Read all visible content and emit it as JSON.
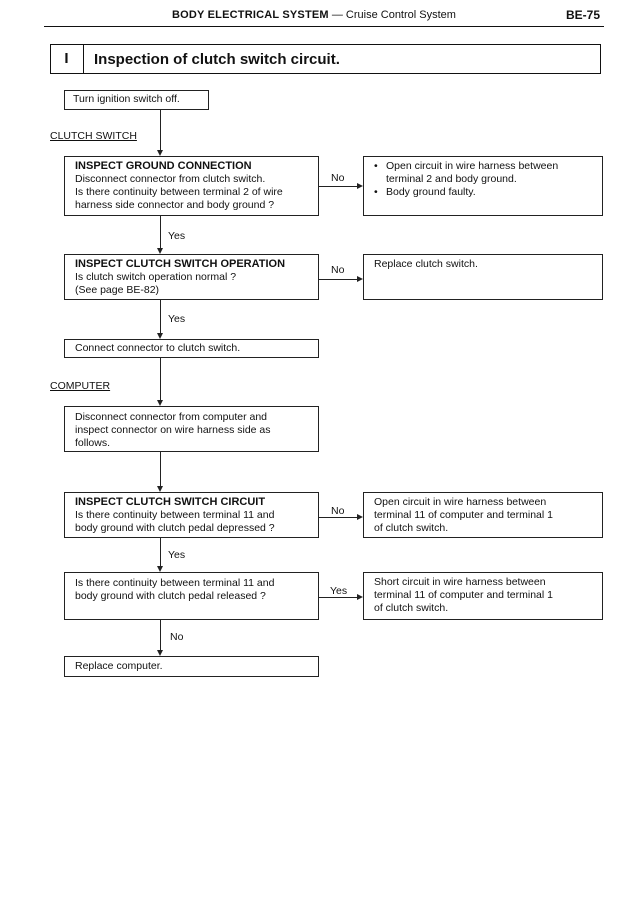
{
  "header": {
    "title_bold": "BODY ELECTRICAL SYSTEM",
    "title_rest": " — Cruise Control System",
    "page_number": "BE-75"
  },
  "section": {
    "number": "I",
    "title": "Inspection of clutch switch circuit."
  },
  "flow": {
    "start": "Turn ignition switch off.",
    "label_clutch_switch": "CLUTCH SWITCH",
    "step1": {
      "title": "INSPECT GROUND CONNECTION",
      "lines": [
        "Disconnect connector from clutch switch.",
        "Is there continuity between terminal 2 of wire",
        "harness side connector and body ground ?"
      ],
      "branch_label": "No",
      "result_items": [
        "Open circuit in wire harness between",
        "terminal 2 and body ground.",
        "Body ground faulty."
      ]
    },
    "yes1": "Yes",
    "step2": {
      "title": "INSPECT CLUTCH SWITCH OPERATION",
      "lines": [
        "Is clutch switch operation normal ?",
        "(See page BE-82)"
      ],
      "branch_label": "No",
      "result": "Replace clutch switch."
    },
    "yes2": "Yes",
    "connect": "Connect connector to clutch switch.",
    "label_computer": "COMPUTER",
    "disconnect_lines": [
      "Disconnect connector from computer and",
      "inspect connector on wire harness side as",
      "follows."
    ],
    "step3": {
      "title": "INSPECT CLUTCH SWITCH CIRCUIT",
      "lines": [
        "Is there continuity between terminal 11 and",
        "body ground with clutch pedal depressed ?"
      ],
      "branch_label": "No",
      "result_lines": [
        "Open circuit in wire harness between",
        "terminal 11 of computer and terminal 1",
        "of clutch switch."
      ]
    },
    "yes3": "Yes",
    "step4": {
      "lines": [
        "Is there continuity between terminal 11 and",
        "body ground with clutch pedal released ?"
      ],
      "branch_label": "Yes",
      "result_lines": [
        "Short circuit in wire harness between",
        "terminal 11 of computer and terminal 1",
        "of clutch switch."
      ]
    },
    "no4": "No",
    "end": "Replace computer."
  }
}
